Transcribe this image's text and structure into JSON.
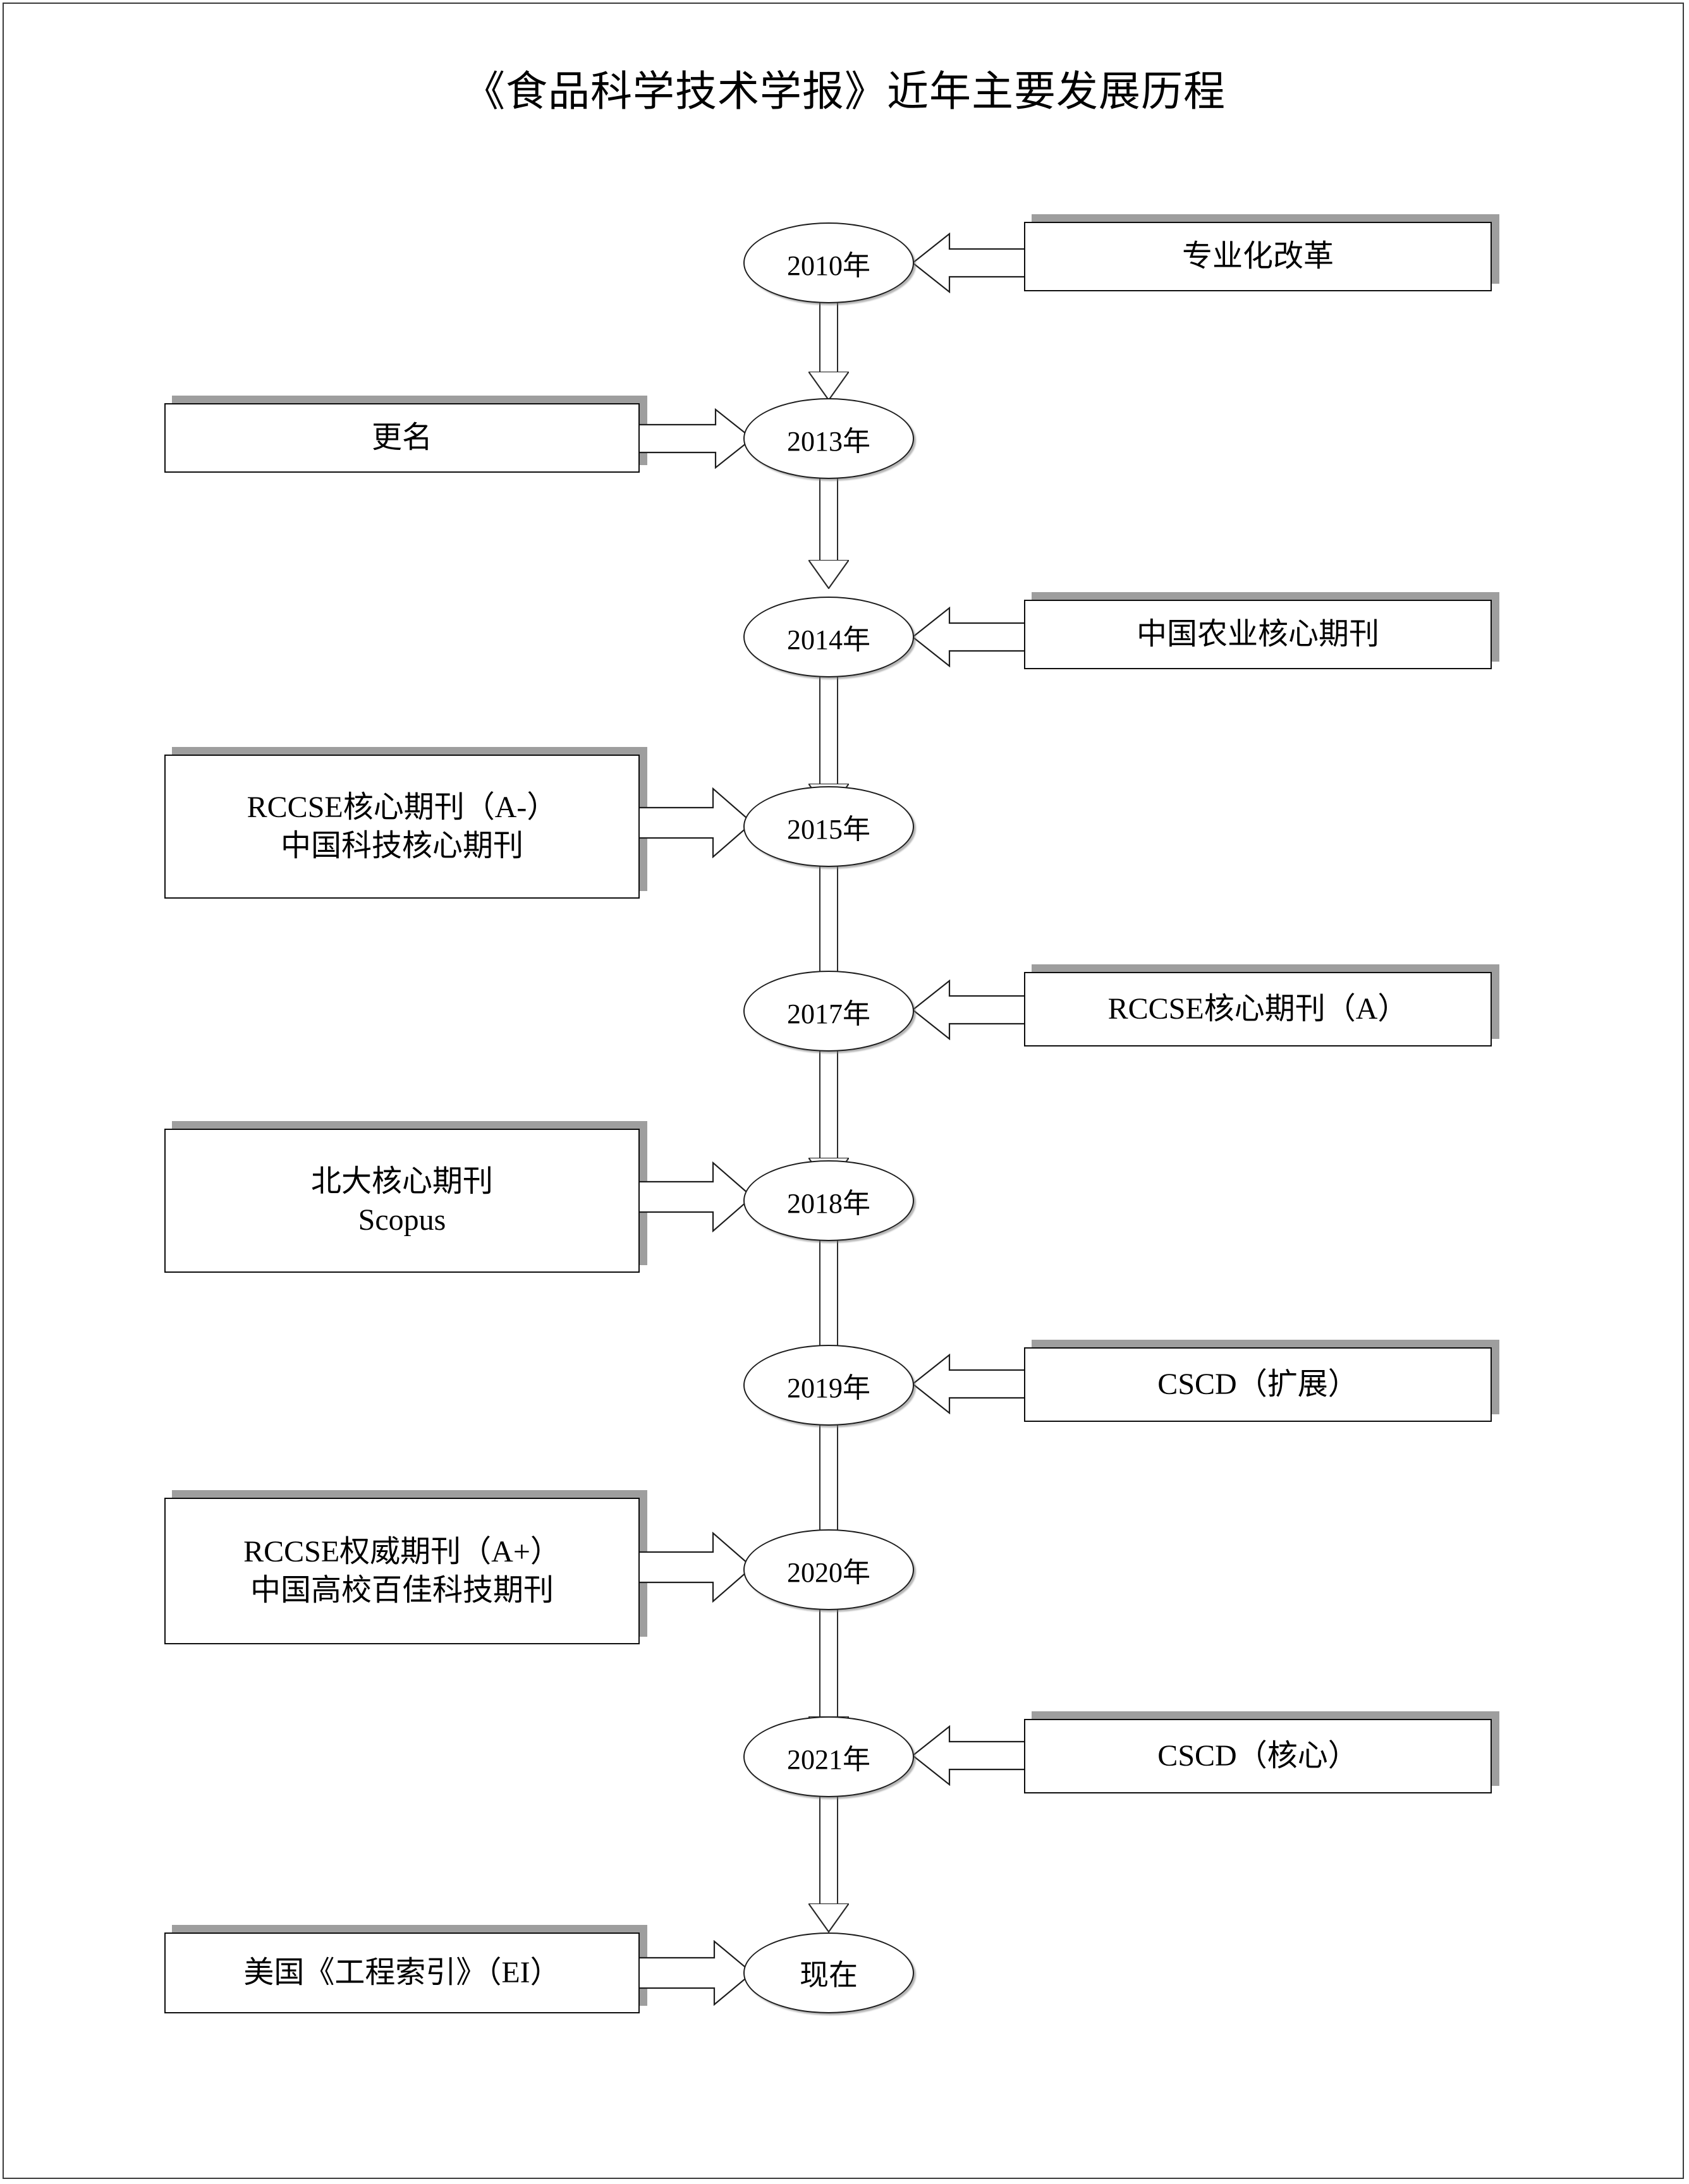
{
  "document": {
    "title": "《食品科学技术学报》近年主要发展历程"
  },
  "diagram": {
    "type": "flowchart-timeline",
    "orientation": "vertical",
    "colors": {
      "node_outline": "#1d1d1d",
      "box_outline": "#0d0d0d",
      "box_shadow": "#9e9e9e",
      "background": "#ffffff",
      "text": "#000000"
    },
    "steps": [
      {
        "node": "2010年",
        "side": "right",
        "box_lines": [
          "专业化改革"
        ]
      },
      {
        "node": "2013年",
        "side": "left",
        "box_lines": [
          "更名"
        ]
      },
      {
        "node": "2014年",
        "side": "right",
        "box_lines": [
          "中国农业核心期刊"
        ]
      },
      {
        "node": "2015年",
        "side": "left",
        "box_lines": [
          "RCCSE核心期刊（A-）",
          "中国科技核心期刊"
        ]
      },
      {
        "node": "2017年",
        "side": "right",
        "box_lines": [
          "RCCSE核心期刊（A）"
        ]
      },
      {
        "node": "2018年",
        "side": "left",
        "box_lines": [
          "北大核心期刊",
          "Scopus"
        ]
      },
      {
        "node": "2019年",
        "side": "right",
        "box_lines": [
          "CSCD（扩展）"
        ]
      },
      {
        "node": "2020年",
        "side": "left",
        "box_lines": [
          "RCCSE权威期刊（A+）",
          "中国高校百佳科技期刊"
        ]
      },
      {
        "node": "2021年",
        "side": "right",
        "box_lines": [
          "CSCD（核心）"
        ]
      },
      {
        "node": "现在",
        "side": "left",
        "box_lines": [
          "美国《工程索引》（EI）"
        ]
      }
    ]
  }
}
